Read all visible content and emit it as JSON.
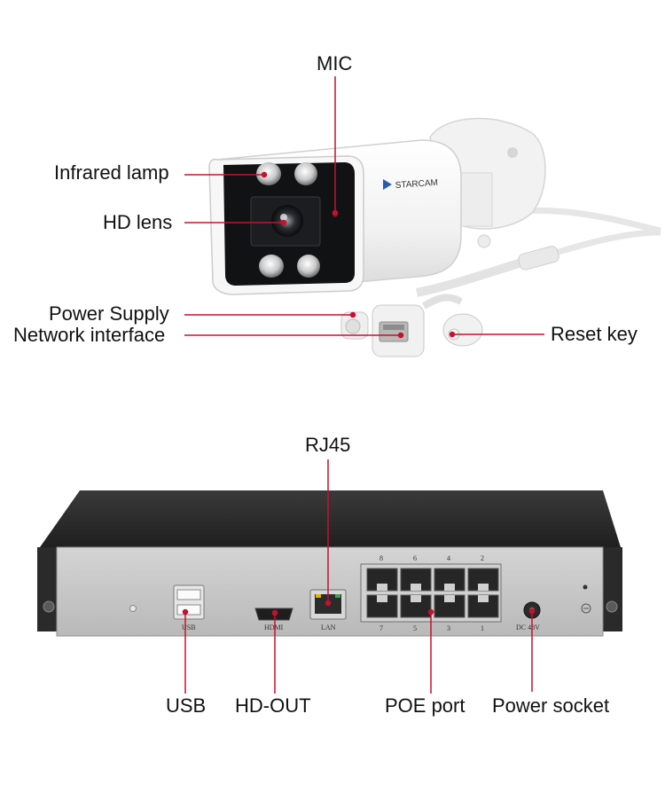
{
  "camera": {
    "brand": "STARCAM",
    "labels": {
      "mic": "MIC",
      "infrared_lamp": "Infrared lamp",
      "hd_lens": "HD lens",
      "power_supply": "Power Supply",
      "network_interface": "Network interface",
      "reset_key": "Reset key"
    }
  },
  "nvr": {
    "labels": {
      "rj45": "RJ45",
      "usb": "USB",
      "hd_out": "HD-OUT",
      "poe_port": "POE port",
      "power_socket": "Power socket"
    },
    "panel_text": {
      "usb": "USB",
      "hdmi": "HDMI",
      "lan": "LAN",
      "dc": "DC 48V"
    },
    "poe_top_numbers": [
      "8",
      "6",
      "4",
      "2"
    ],
    "poe_bottom_numbers": [
      "7",
      "5",
      "3",
      "1"
    ]
  },
  "colors": {
    "callout": "#c8102e",
    "text": "#111111"
  }
}
